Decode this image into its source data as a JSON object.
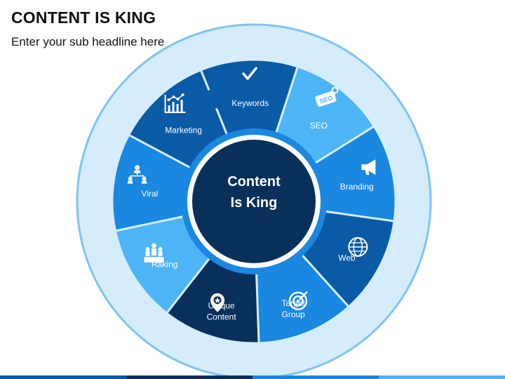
{
  "header": {
    "title": "CONTENT IS KING",
    "subtitle": "Enter your sub headline here"
  },
  "center": {
    "line1": "Content",
    "line2": "Is King"
  },
  "segments": [
    {
      "lines": [
        "Keywords"
      ],
      "icon": "checkmark-icon",
      "color": "#0b5aa6"
    },
    {
      "lines": [
        "SEO"
      ],
      "icon": "seo-tag-icon",
      "color": "#4db4f5"
    },
    {
      "lines": [
        "Branding"
      ],
      "icon": "megaphone-icon",
      "color": "#1a87e0"
    },
    {
      "lines": [
        "Web"
      ],
      "icon": "globe-www-icon",
      "color": "#0b5aa6"
    },
    {
      "lines": [
        "Target",
        "Group"
      ],
      "icon": "target-icon",
      "color": "#1a87e0"
    },
    {
      "lines": [
        "Unique",
        "Content"
      ],
      "icon": "location-pin-star-icon",
      "color": "#08305a"
    },
    {
      "lines": [
        "Raking"
      ],
      "icon": "podium-people-icon",
      "color": "#4db4f5"
    },
    {
      "lines": [
        "Viral"
      ],
      "icon": "network-people-icon",
      "color": "#1a87e0"
    },
    {
      "lines": [
        "Marketing"
      ],
      "icon": "analytics-chart-icon",
      "color": "#0b5aa6"
    }
  ],
  "colors": {
    "outer_ring": "#d5ecfc",
    "outer_ring_stroke": "#7ec4f2",
    "hub_ring": "#1a87e0",
    "hub_gap": "#ffffff",
    "hub_core": "#08305a",
    "bottom_bar": [
      "#0b5aa6",
      "#08305a",
      "#1a87e0",
      "#4db4f5"
    ]
  }
}
